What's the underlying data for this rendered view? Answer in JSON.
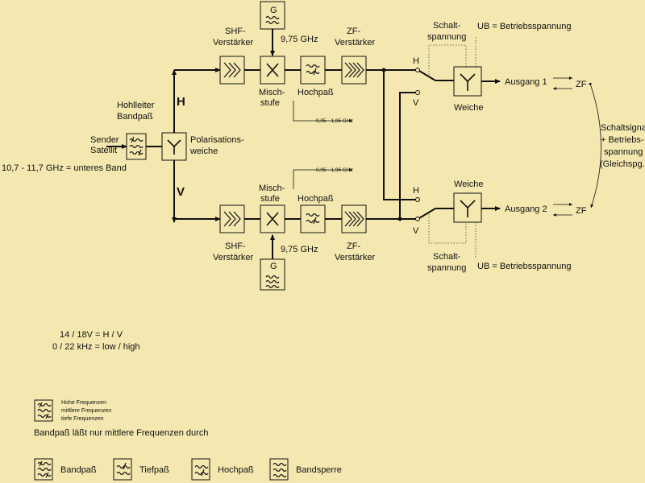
{
  "labels": {
    "sender": "Sender",
    "satellit": "Satellit",
    "band": "10,7 - 11,7   GHz = unteres Band",
    "hohlleiter": "Hohlleiter",
    "bandpass": "Bandpaß",
    "pol1": "Polarisations-",
    "pol2": "weiche",
    "h": "H",
    "v": "V",
    "shf1": "SHF-",
    "shf2": "Verstärker",
    "g": "G",
    "freq_lo": "9,75 GHz",
    "zf1": "ZF-",
    "zf2": "Verstärker",
    "misch1": "Misch-",
    "misch2": "stufe",
    "hochpass": "Hochpaß",
    "if_range": "0,95 - 1,95 GHz",
    "schalt1": "Schalt-",
    "schalt2": "spannung",
    "ub": "UB = Betriebsspannung",
    "weiche": "Weiche",
    "sw_h": "H",
    "sw_v": "V",
    "ausgang1": "Ausgang 1",
    "ausgang2": "Ausgang 2",
    "zf": "ZF",
    "sig1": "Schaltsignal",
    "sig2": "+ Betriebs-",
    "sig3": "spannung",
    "sig4": "(Gleichspg.)",
    "note1": "14 / 18V = H / V",
    "note2": "0 / 22 kHz = low / high",
    "leg_hohe": "Hohe Frequenzen",
    "leg_mittlere": "mittlere Frequenzen",
    "leg_tiefe": "tiefe Frequenzen",
    "leg_desc": "Bandpaß läßt nur mittlere Frequenzen durch",
    "leg_bandpass": "Bandpaß",
    "leg_tiefpass": "Tiefpaß",
    "leg_hochpass": "Hochpaß",
    "leg_bandsperre": "Bandsperre"
  },
  "colors": {
    "background": "#f4e8b0",
    "ink": "#111111"
  }
}
